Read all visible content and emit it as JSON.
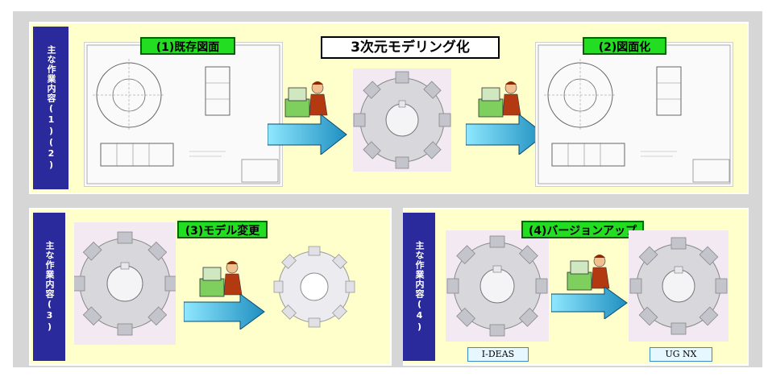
{
  "top_panel": {
    "side_label": "主な作業内容(1)(2)",
    "tag_existing": "(1)既存図面",
    "title_center": "3次元モデリング化",
    "tag_drawing": "(2)図面化"
  },
  "bottom_left_panel": {
    "side_label": "主な作業内容(3)",
    "tag_model_change": "(3)モデル変更"
  },
  "bottom_right_panel": {
    "side_label": "主な作業内容(4)",
    "tag_version_up": "(4)バージョンアップ",
    "label_from": "I-DEAS",
    "label_to": "UG NX"
  },
  "colors": {
    "panel_bg": "#ffffcc",
    "side_bar": "#2a2a9c",
    "tag_bg": "#22dd22",
    "arrow": "#2c9fd3"
  }
}
